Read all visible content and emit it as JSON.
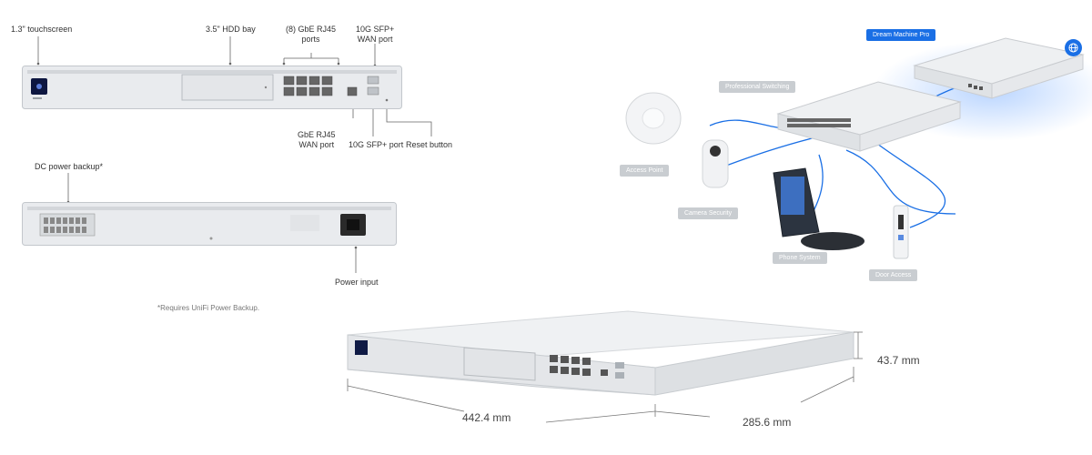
{
  "front_labels": {
    "touchscreen": "1.3\" touchscreen",
    "hdd_bay": "3.5\" HDD bay",
    "rj45_ports": "(8) GbE RJ45\nports",
    "sfp_wan": "10G SFP+\nWAN port",
    "rj45_wan": "GbE RJ45\nWAN port",
    "sfp_port": "10G SFP+ port",
    "reset": "Reset button"
  },
  "rear_labels": {
    "dc_backup": "DC power backup*",
    "power_input": "Power input"
  },
  "footnote": "*Requires UniFi Power Backup.",
  "network": {
    "dream_machine": "Dream Machine Pro",
    "switching": "Professional Switching",
    "access_point": "Access Point",
    "camera": "Camera Security",
    "phone": "Phone System",
    "door": "Door Access",
    "accent_color": "#1a6fe5"
  },
  "dimensions": {
    "width": "442.4 mm",
    "depth": "285.6 mm",
    "height": "43.7 mm"
  },
  "icons": [
    "globe-icon"
  ]
}
